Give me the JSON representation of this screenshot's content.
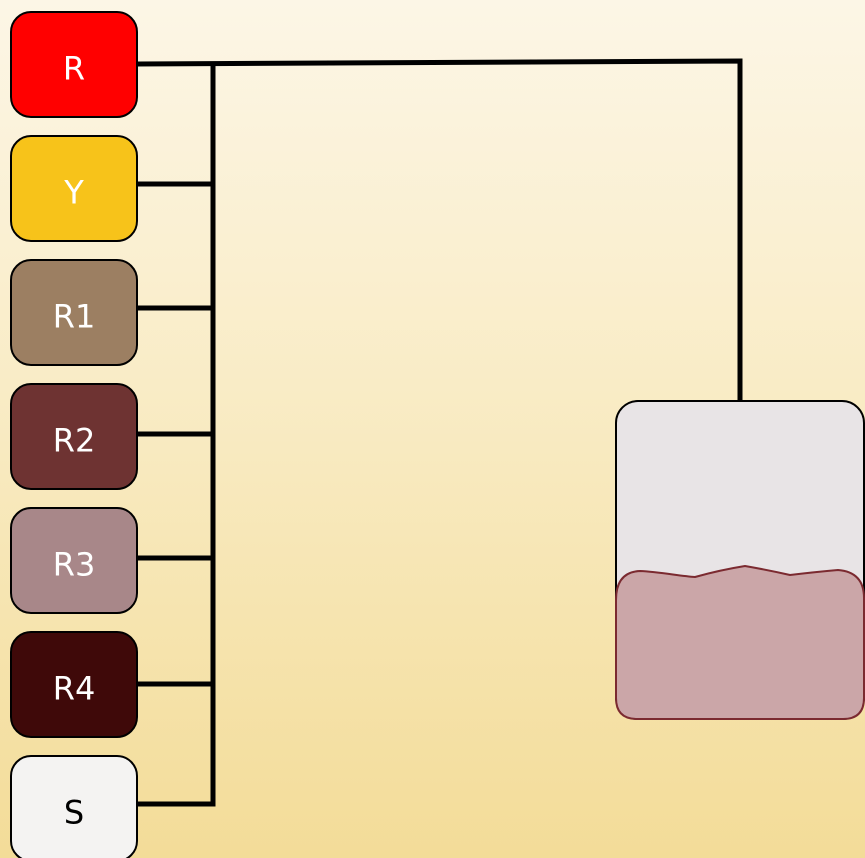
{
  "sources": [
    {
      "id": "R",
      "label": "R",
      "fill": "#ff0000",
      "text_color": "#ffffff"
    },
    {
      "id": "Y",
      "label": "Y",
      "fill": "#f7c31a",
      "text_color": "#ffffff"
    },
    {
      "id": "R1",
      "label": "R1",
      "fill": "#9c7f62",
      "text_color": "#ffffff"
    },
    {
      "id": "R2",
      "label": "R2",
      "fill": "#6e3332",
      "text_color": "#ffffff"
    },
    {
      "id": "R3",
      "label": "R3",
      "fill": "#a88789",
      "text_color": "#ffffff"
    },
    {
      "id": "R4",
      "label": "R4",
      "fill": "#3f0909",
      "text_color": "#ffffff"
    },
    {
      "id": "S",
      "label": "S",
      "fill": "#f4f3f2",
      "text_color": "#000000"
    }
  ],
  "container": {
    "body_color": "#e8e4e6",
    "liquid_color": "#cba6a8",
    "liquid_outline_color": "#7b2a30"
  },
  "wire_color": "#000000"
}
